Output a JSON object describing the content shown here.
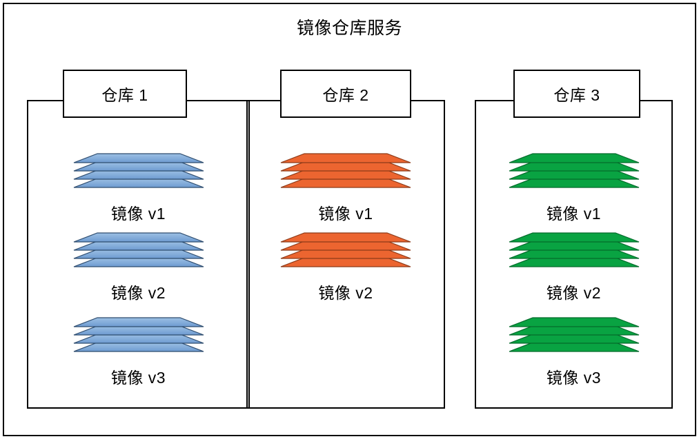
{
  "service": {
    "title": "镜像仓库服务"
  },
  "colors": {
    "blue_fill_top": "#9CC0E4",
    "blue_fill_bottom": "#6E9BD1",
    "blue_stroke": "#2E4C6E",
    "orange_fill": "#EC6530",
    "orange_stroke": "#8C3A18",
    "green_fill": "#09A342",
    "green_stroke": "#046B2B",
    "border": "#000000",
    "background": "#FFFFFF"
  },
  "repositories": [
    {
      "id": "repo-1",
      "title": "仓库 1",
      "color_key": "blue",
      "images": [
        {
          "label": "镜像 v1",
          "layers": 4
        },
        {
          "label": "镜像 v2",
          "layers": 4
        },
        {
          "label": "镜像 v3",
          "layers": 4
        }
      ]
    },
    {
      "id": "repo-2",
      "title": "仓库 2",
      "color_key": "orange",
      "images": [
        {
          "label": "镜像 v1",
          "layers": 4
        },
        {
          "label": "镜像 v2",
          "layers": 4
        }
      ]
    },
    {
      "id": "repo-3",
      "title": "仓库 3",
      "color_key": "green",
      "images": [
        {
          "label": "镜像 v1",
          "layers": 4
        },
        {
          "label": "镜像 v2",
          "layers": 4
        },
        {
          "label": "镜像 v3",
          "layers": 4
        }
      ]
    }
  ]
}
